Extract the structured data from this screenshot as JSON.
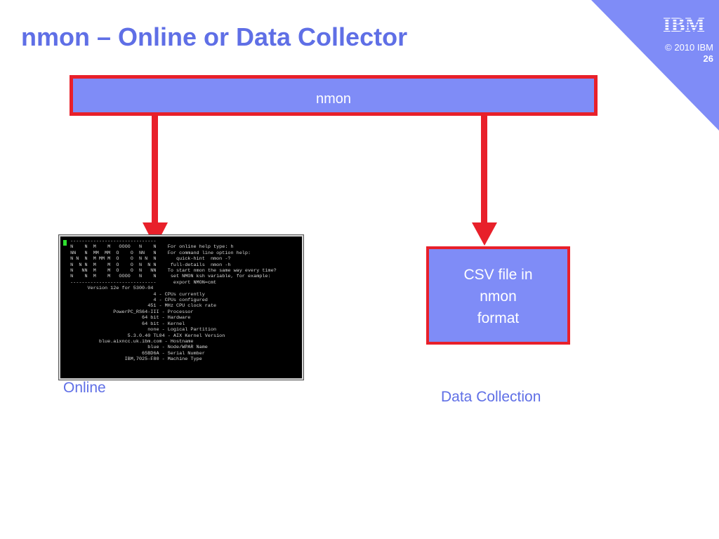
{
  "slide": {
    "title": "nmon – Online or Data Collector",
    "copyright": "© 2010 IBM",
    "page_number": "26",
    "logo": "IBM",
    "colors": {
      "title": "#5f6fe6",
      "box_fill": "#7f8cf7",
      "box_border": "#e8202a",
      "corner": "#7f8cf7"
    }
  },
  "diagram": {
    "source_box": {
      "label": "nmon"
    },
    "terminal": {
      "lines": [
        " ------------------------------",
        " N    N  M    M   OOOO   N    N    For online help type: h",
        " NN   N  MM  MM  O    O  NN   N    For command line option help:",
        " N N  N  M MM M  O    O  N N  N       quick-hint  nmon -?",
        " N  N N  M    M  O    O  N  N N     full-details  nmon -h",
        " N   NN  M    M  O    O  N   NN    To start nmon the same way every time?",
        " N    N  M    M   OOOO   N    N     set NMON ksh variable, for example:",
        " ------------------------------      export NMON=cmt",
        "       Version 12e for 5300-04",
        "                              4 - CPUs currently",
        "                              4 - CPUs configured",
        "                            451 - MHz CPU clock rate",
        "                PowerPC_RS64-III - Processor",
        "                          64 bit - Hardware",
        "                          64 bit - Kernel",
        "                            none - Logical Partition",
        "                     5.3.0.40 TL04 - AIX Kernel Version",
        "           blue.aixncc.uk.ibm.com - Hostname",
        "                            blue - Node/WPAR Name",
        "                          65BD6A - Serial Number",
        "                    IBM,7025-F80 - Machine Type"
      ]
    },
    "csv_box": {
      "lines": [
        "CSV file in",
        "nmon",
        "format"
      ]
    },
    "online_label": "Online",
    "data_collection_label": "Data Collection"
  }
}
